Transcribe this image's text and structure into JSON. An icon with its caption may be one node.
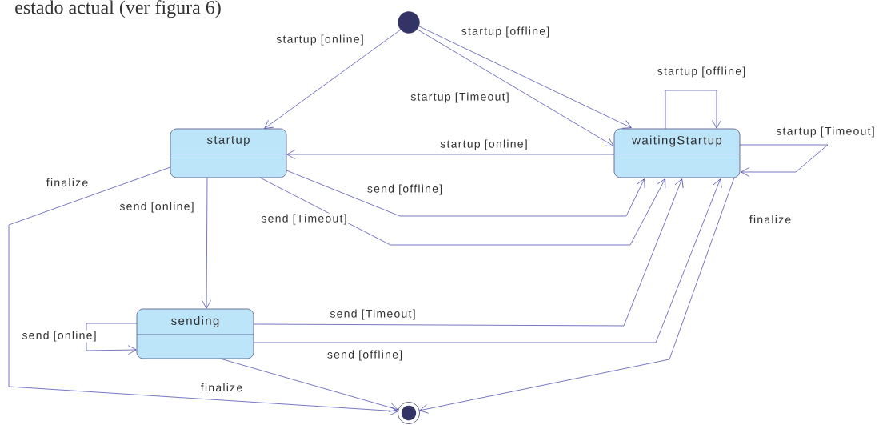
{
  "diagram": {
    "nodes": [
      {
        "text": [],
        "shape": "circle"
      },
      {
        "text": [
          "startup"
        ]
      },
      {
        "text": [
          "waitingStartup"
        ]
      },
      {
        "text": [
          "sending"
        ]
      },
      {
        "text": [],
        "shape": "bullseye"
      }
    ],
    "edges": [
      {
        "from": 0,
        "to": 1,
        "arrow": "to",
        "label": "startup [online]"
      },
      {
        "from": 0,
        "to": 2,
        "arrow": "to",
        "label": "startup [offline]"
      },
      {
        "from": 0,
        "to": 2,
        "arrow": "to",
        "label": "startup [Timeout]"
      },
      {
        "from": 2,
        "to": 2,
        "arrow": "to",
        "label": "startup [offline]"
      },
      {
        "from": 2,
        "to": 2,
        "arrow": "to",
        "label": "startup [Timeout]"
      },
      {
        "from": 2,
        "to": 1,
        "arrow": "to",
        "label": "startup [online]"
      },
      {
        "from": 1,
        "to": 2,
        "arrow": "to",
        "label": "send [offline]"
      },
      {
        "from": 1,
        "to": 2,
        "arrow": "to",
        "label": "send [Timeout]"
      },
      {
        "from": 1,
        "to": 3,
        "arrow": "to",
        "label": "send [online]"
      },
      {
        "from": 3,
        "to": 2,
        "arrow": "to",
        "label": "send [Timeout]"
      },
      {
        "from": 3,
        "to": 2,
        "arrow": "to",
        "label": "send [offline]"
      },
      {
        "from": 3,
        "to": 3,
        "arrow": "to",
        "label": "send [online]"
      },
      {
        "from": 1,
        "to": 4,
        "arrow": "to",
        "label": "finalize"
      },
      {
        "from": 3,
        "to": 4,
        "arrow": "to",
        "label": "finalize"
      },
      {
        "from": 2,
        "to": 4,
        "arrow": "to",
        "label": "finalize"
      }
    ],
    "labels": [
      "estado actual (ver figura 6)"
    ]
  }
}
